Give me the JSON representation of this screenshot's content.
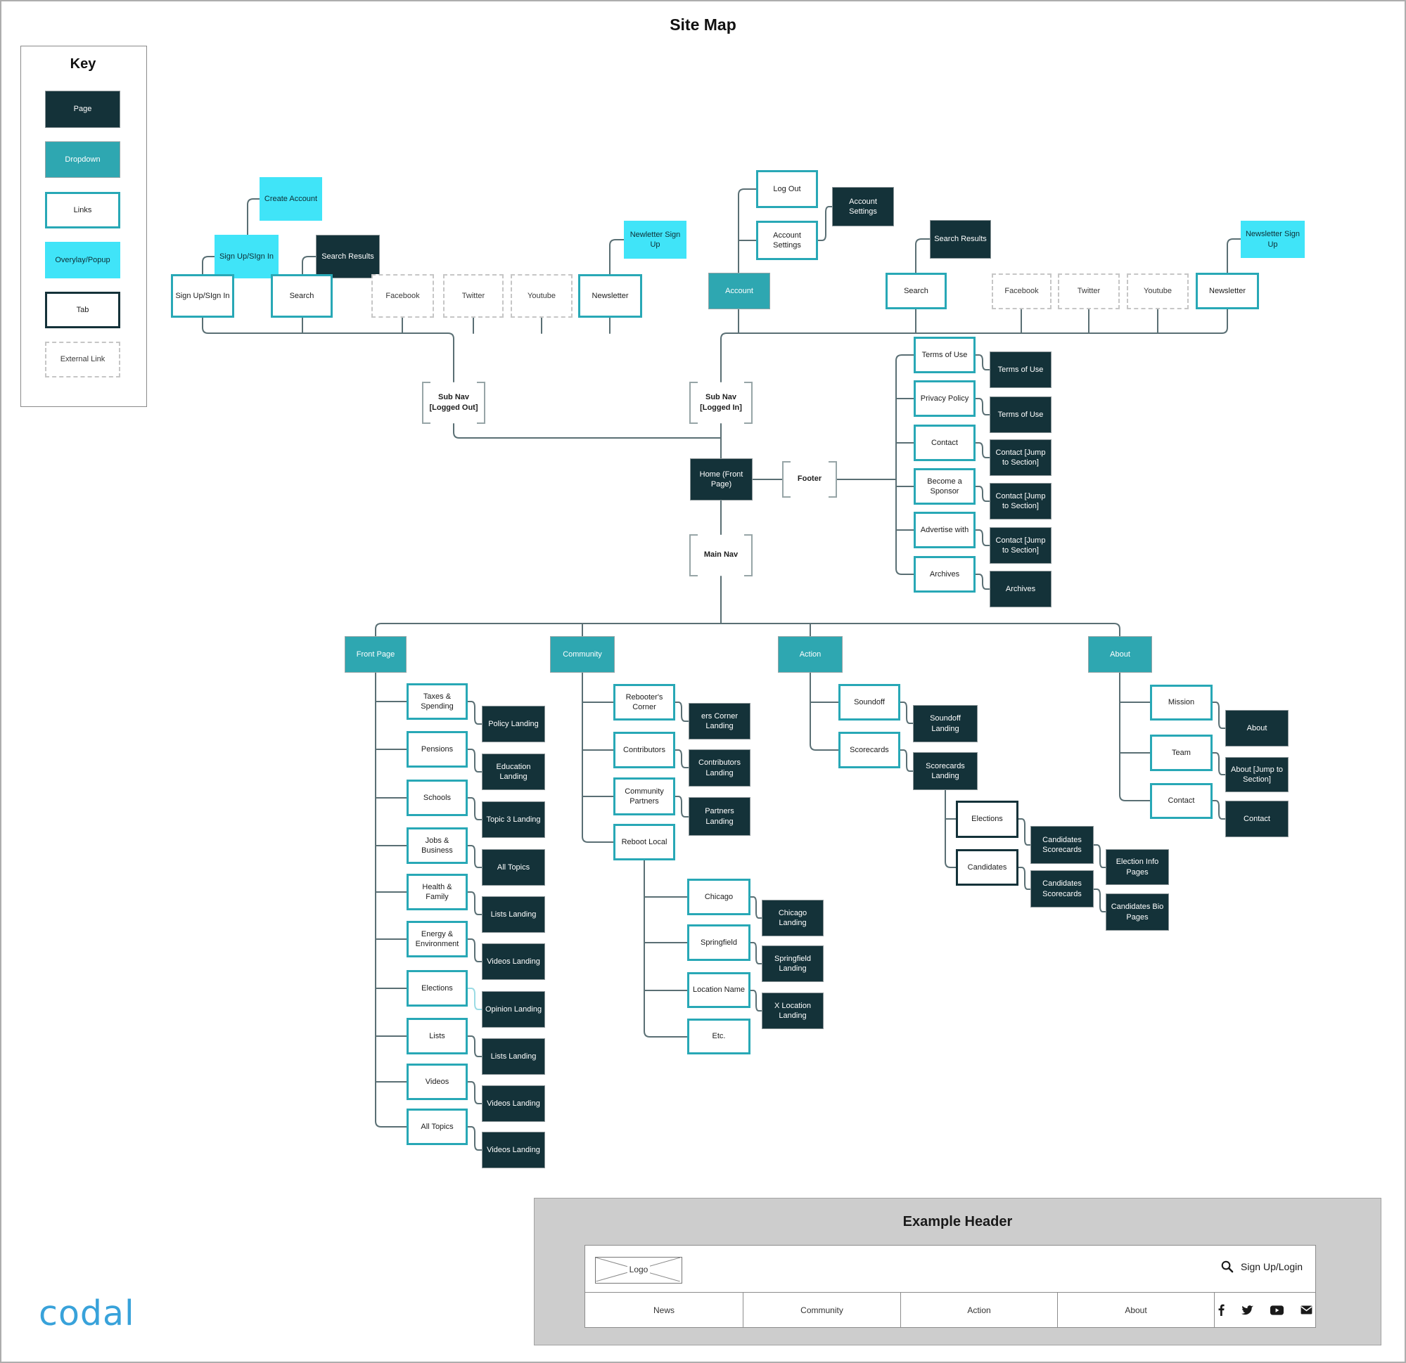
{
  "title": "Site Map",
  "key": {
    "title": "Key",
    "items": [
      "Page",
      "Dropdown",
      "Links",
      "Overylay/Popup",
      "Tab",
      "External Link"
    ]
  },
  "colors": {
    "page": "#143239",
    "dropdown": "#2ea7b1",
    "links_border": "#28a8b6",
    "popup": "#40e4f8",
    "connector": "#5a6f74",
    "brand_blue": "#38a2da"
  },
  "nodes": {
    "lo_create_account": "Create Account",
    "lo_signup_popup": "Sign Up/SIgn In",
    "lo_search_results": "Search Results",
    "lo_signup": "Sign Up/SIgn In",
    "lo_search": "Search",
    "lo_facebook": "Facebook",
    "lo_twitter": "Twitter",
    "lo_youtube": "Youtube",
    "lo_newsletter": "Newsletter",
    "lo_newsletter_signup": "Newletter Sign Up",
    "li_logout": "Log Out",
    "li_account_settings": "Account Settings",
    "li_account_settings_page": "Account Settings",
    "li_account": "Account",
    "li_search_results": "Search Results",
    "li_search": "Search",
    "li_facebook": "Facebook",
    "li_twitter": "Twitter",
    "li_youtube": "Youtube",
    "li_newsletter": "Newsletter",
    "li_newsletter_signup": "Newsletter Sign Up",
    "sub_nav_logged_out": "Sub Nav\n[Logged Out]",
    "sub_nav_logged_in": "Sub Nav\n[Logged In]",
    "home": "Home (Front Page)",
    "footer": "Footer",
    "main_nav": "Main Nav",
    "ft_terms": "Terms of Use",
    "ft_privacy": "Privacy Policy",
    "ft_contact": "Contact",
    "ft_sponsor": "Become a Sponsor",
    "ft_advertise": "Advertise with",
    "ft_archives": "Archives",
    "pg_terms1": "Terms of Use",
    "pg_terms2": "Terms of Use",
    "pg_contact1": "Contact [Jump to Section]",
    "pg_contact2": "Contact [Jump to Section]",
    "pg_contact3": "Contact [Jump to Section]",
    "pg_archives": "Archives",
    "nav_front_page": "Front Page",
    "nav_community": "Community",
    "nav_action": "Action",
    "nav_about": "About",
    "fp_taxes": "Taxes & Spending",
    "fp_pensions": "Pensions",
    "fp_schools": "Schools",
    "fp_jobs": "Jobs & Business",
    "fp_health": "Health & Family",
    "fp_energy": "Energy & Environment",
    "fp_elections": "Elections",
    "fp_lists": "Lists",
    "fp_videos": "Videos",
    "fp_all_topics": "All Topics",
    "fpl_policy": "Policy Landing",
    "fpl_education": "Education Landing",
    "fpl_topic3": "Topic 3 Landing",
    "fpl_all_topics": "All Topics",
    "fpl_lists": "Lists Landing",
    "fpl_videos": "Videos Landing",
    "fpl_opinion": "Opinion Landing",
    "fpl_lists2": "Lists Landing",
    "fpl_videos2": "Videos Landing",
    "fpl_videos3": "Videos Landing",
    "cm_rebooters": "Rebooter's Corner",
    "cm_contributors": "Contributors",
    "cm_partners": "Community Partners",
    "cm_reboot_local": "Reboot Local",
    "cml_ers_corner": "ers Corner Landing",
    "cml_contributors": "Contributors Landing",
    "cml_partners": "Partners Landing",
    "rl_chicago": "Chicago",
    "rl_springfield": "Springfield",
    "rl_location": "Location Name",
    "rl_etc": "Etc.",
    "rll_chicago": "Chicago Landing",
    "rll_springfield": "Springfield Landing",
    "rll_xlocation": "X Location Landing",
    "ac_soundoff": "Soundoff",
    "ac_scorecards": "Scorecards",
    "acl_soundoff": "Soundoff Landing",
    "acl_scorecards": "Scorecards Landing",
    "ac_elections": "Elections",
    "ac_candidates": "Candidates",
    "acl_cs1": "Candidates Scorecards",
    "acl_cs2": "Candidates Scorecards",
    "acl_election_info": "Election Info Pages",
    "acl_candidates_bio": "Candidates Bio Pages",
    "ab_mission": "Mission",
    "ab_team": "Team",
    "ab_contact": "Contact",
    "abl_about": "About",
    "abl_about_jump": "About [Jump to Section]",
    "abl_contact": "Contact"
  },
  "header_example": {
    "title": "Example Header",
    "logo": "Logo",
    "signup": "Sign Up/Login",
    "nav": [
      "News",
      "Community",
      "Action",
      "About"
    ]
  },
  "brand": "codal"
}
